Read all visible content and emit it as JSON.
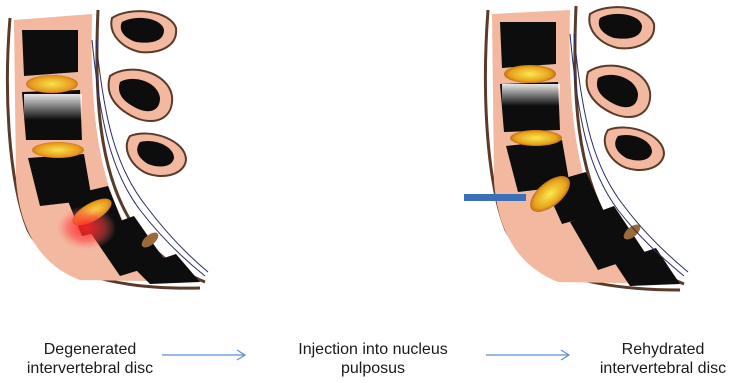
{
  "steps": [
    {
      "label": "Degenerated\nintervertebral disc"
    },
    {
      "label": "Injection into nucleus\npulposus"
    },
    {
      "label": "Rehydrated\nintervertebral disc"
    }
  ],
  "colors": {
    "bone_outline": "#5a3a2a",
    "bone_pad": "#f2b9a0",
    "vertebra": "#0d0d0d",
    "disc_yellow": "#f4e04a",
    "disc_orange": "#e07a1a",
    "degeneration_red": "#e02020",
    "needle": "#3b6fb6",
    "arrow": "#5b8fd6",
    "nerve": "#2a2a6a"
  }
}
